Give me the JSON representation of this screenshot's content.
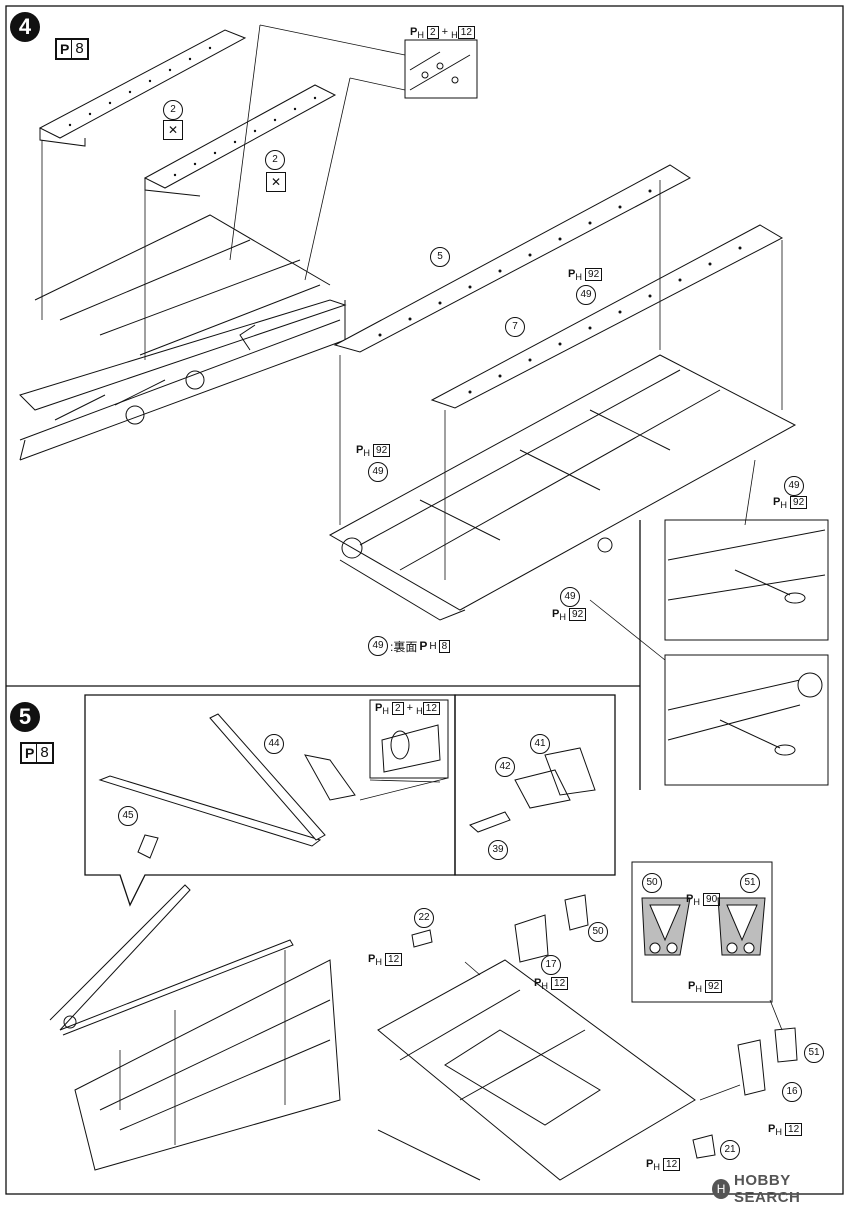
{
  "step4": {
    "number": "4",
    "scale_badge": "8",
    "glue_callout": {
      "ph": "2",
      "h": "12"
    },
    "part_2a": "2",
    "part_2b": "2",
    "part_5": "5",
    "part_7": "7",
    "part_49a": "49",
    "part_49b": "49",
    "part_49c": "49",
    "part_49d": "49",
    "ph92_a": "92",
    "ph92_b": "92",
    "ph92_c": "92",
    "ph92_d": "92",
    "note_part": "49",
    "note_text": ":裏面",
    "note_ph": "8"
  },
  "step5": {
    "number": "5",
    "scale_badge": "8",
    "glue_callout": {
      "ph": "2",
      "h": "12"
    },
    "part_44": "44",
    "part_45": "45",
    "part_41": "41",
    "part_42": "42",
    "part_39": "39",
    "part_22": "22",
    "part_17": "17",
    "part_50": "50",
    "part_50b": "50",
    "part_51": "51",
    "part_51b": "51",
    "part_16": "16",
    "part_21": "21",
    "ph12_a": "12",
    "ph12_b": "12",
    "ph12_c": "12",
    "ph12_d": "12",
    "ph90": "90",
    "ph92": "92"
  },
  "watermark": {
    "brand": "HOBBY SEARCH",
    "symbol": "H"
  },
  "icons": [
    "step-circle-icon",
    "paint-badge-icon",
    "no-glue-icon",
    "part-number-icon"
  ],
  "colors": {
    "ink": "#111111",
    "panel_gray": "#bdbdbd",
    "watermark": "#555555"
  }
}
